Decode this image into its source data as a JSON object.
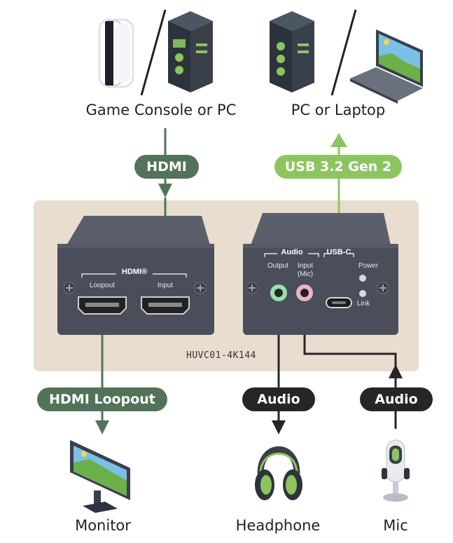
{
  "colors": {
    "hdmi_green": "#52735a",
    "usb_green": "#8cc560",
    "audio_black": "#262626",
    "device_body": "#4a4e5a",
    "panel_beige": "#e9ddd0"
  },
  "sources": {
    "console_label": "Game Console or PC",
    "host_label": "PC or Laptop"
  },
  "connections": {
    "hdmi_in": "HDMI",
    "usb": "USB 3.2 Gen 2",
    "hdmi_loopout": "HDMI Loopout",
    "audio_out": "Audio",
    "audio_in": "Audio"
  },
  "device": {
    "model": "HUVC01-4K144",
    "hdmi_group_label": "HDMI®",
    "hdmi_loopout_port": "Loopout",
    "hdmi_input_port": "Input",
    "audio_group_label": "Audio",
    "audio_output_port": "Output",
    "audio_input_port_line1": "Input",
    "audio_input_port_line2": "(Mic)",
    "usb_group_label": "USB-C",
    "power_led": "Power",
    "link_led": "Link"
  },
  "destinations": {
    "monitor_label": "Monitor",
    "headphone_label": "Headphone",
    "mic_label": "Mic"
  },
  "icons": {
    "console": "game-console-icon",
    "pc_tower": "pc-tower-icon",
    "laptop": "laptop-icon",
    "monitor": "monitor-icon",
    "headphone": "headphone-icon",
    "mic": "microphone-icon"
  }
}
